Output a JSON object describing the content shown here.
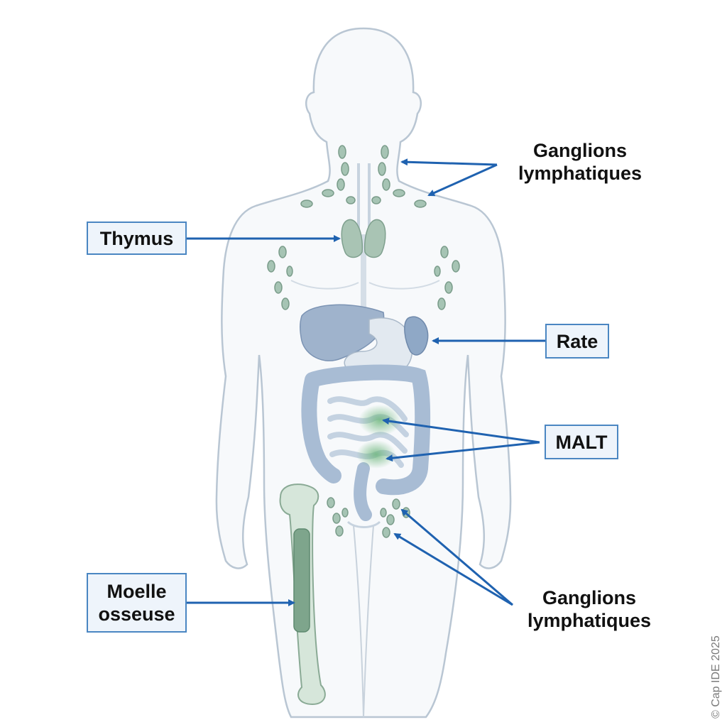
{
  "labels": {
    "ganglions_top": [
      "Ganglions",
      "lymphatiques"
    ],
    "thymus": "Thymus",
    "rate": "Rate",
    "malt": "MALT",
    "moelle": [
      "Moelle",
      "osseuse"
    ],
    "ganglions_bottom": [
      "Ganglions",
      "lymphatiques"
    ]
  },
  "copyright": "© Cap IDE 2025",
  "colors": {
    "arrow": "#1f62b0",
    "label_box_border": "#4a86c2",
    "label_box_fill": "#eef4fb",
    "body_outline": "#b9c6d3",
    "lymph_node": "#8fb5a3",
    "organ": "#9fb3cc",
    "bone": "#cfe3d5",
    "malt_highlight": "#7fbf8a"
  }
}
